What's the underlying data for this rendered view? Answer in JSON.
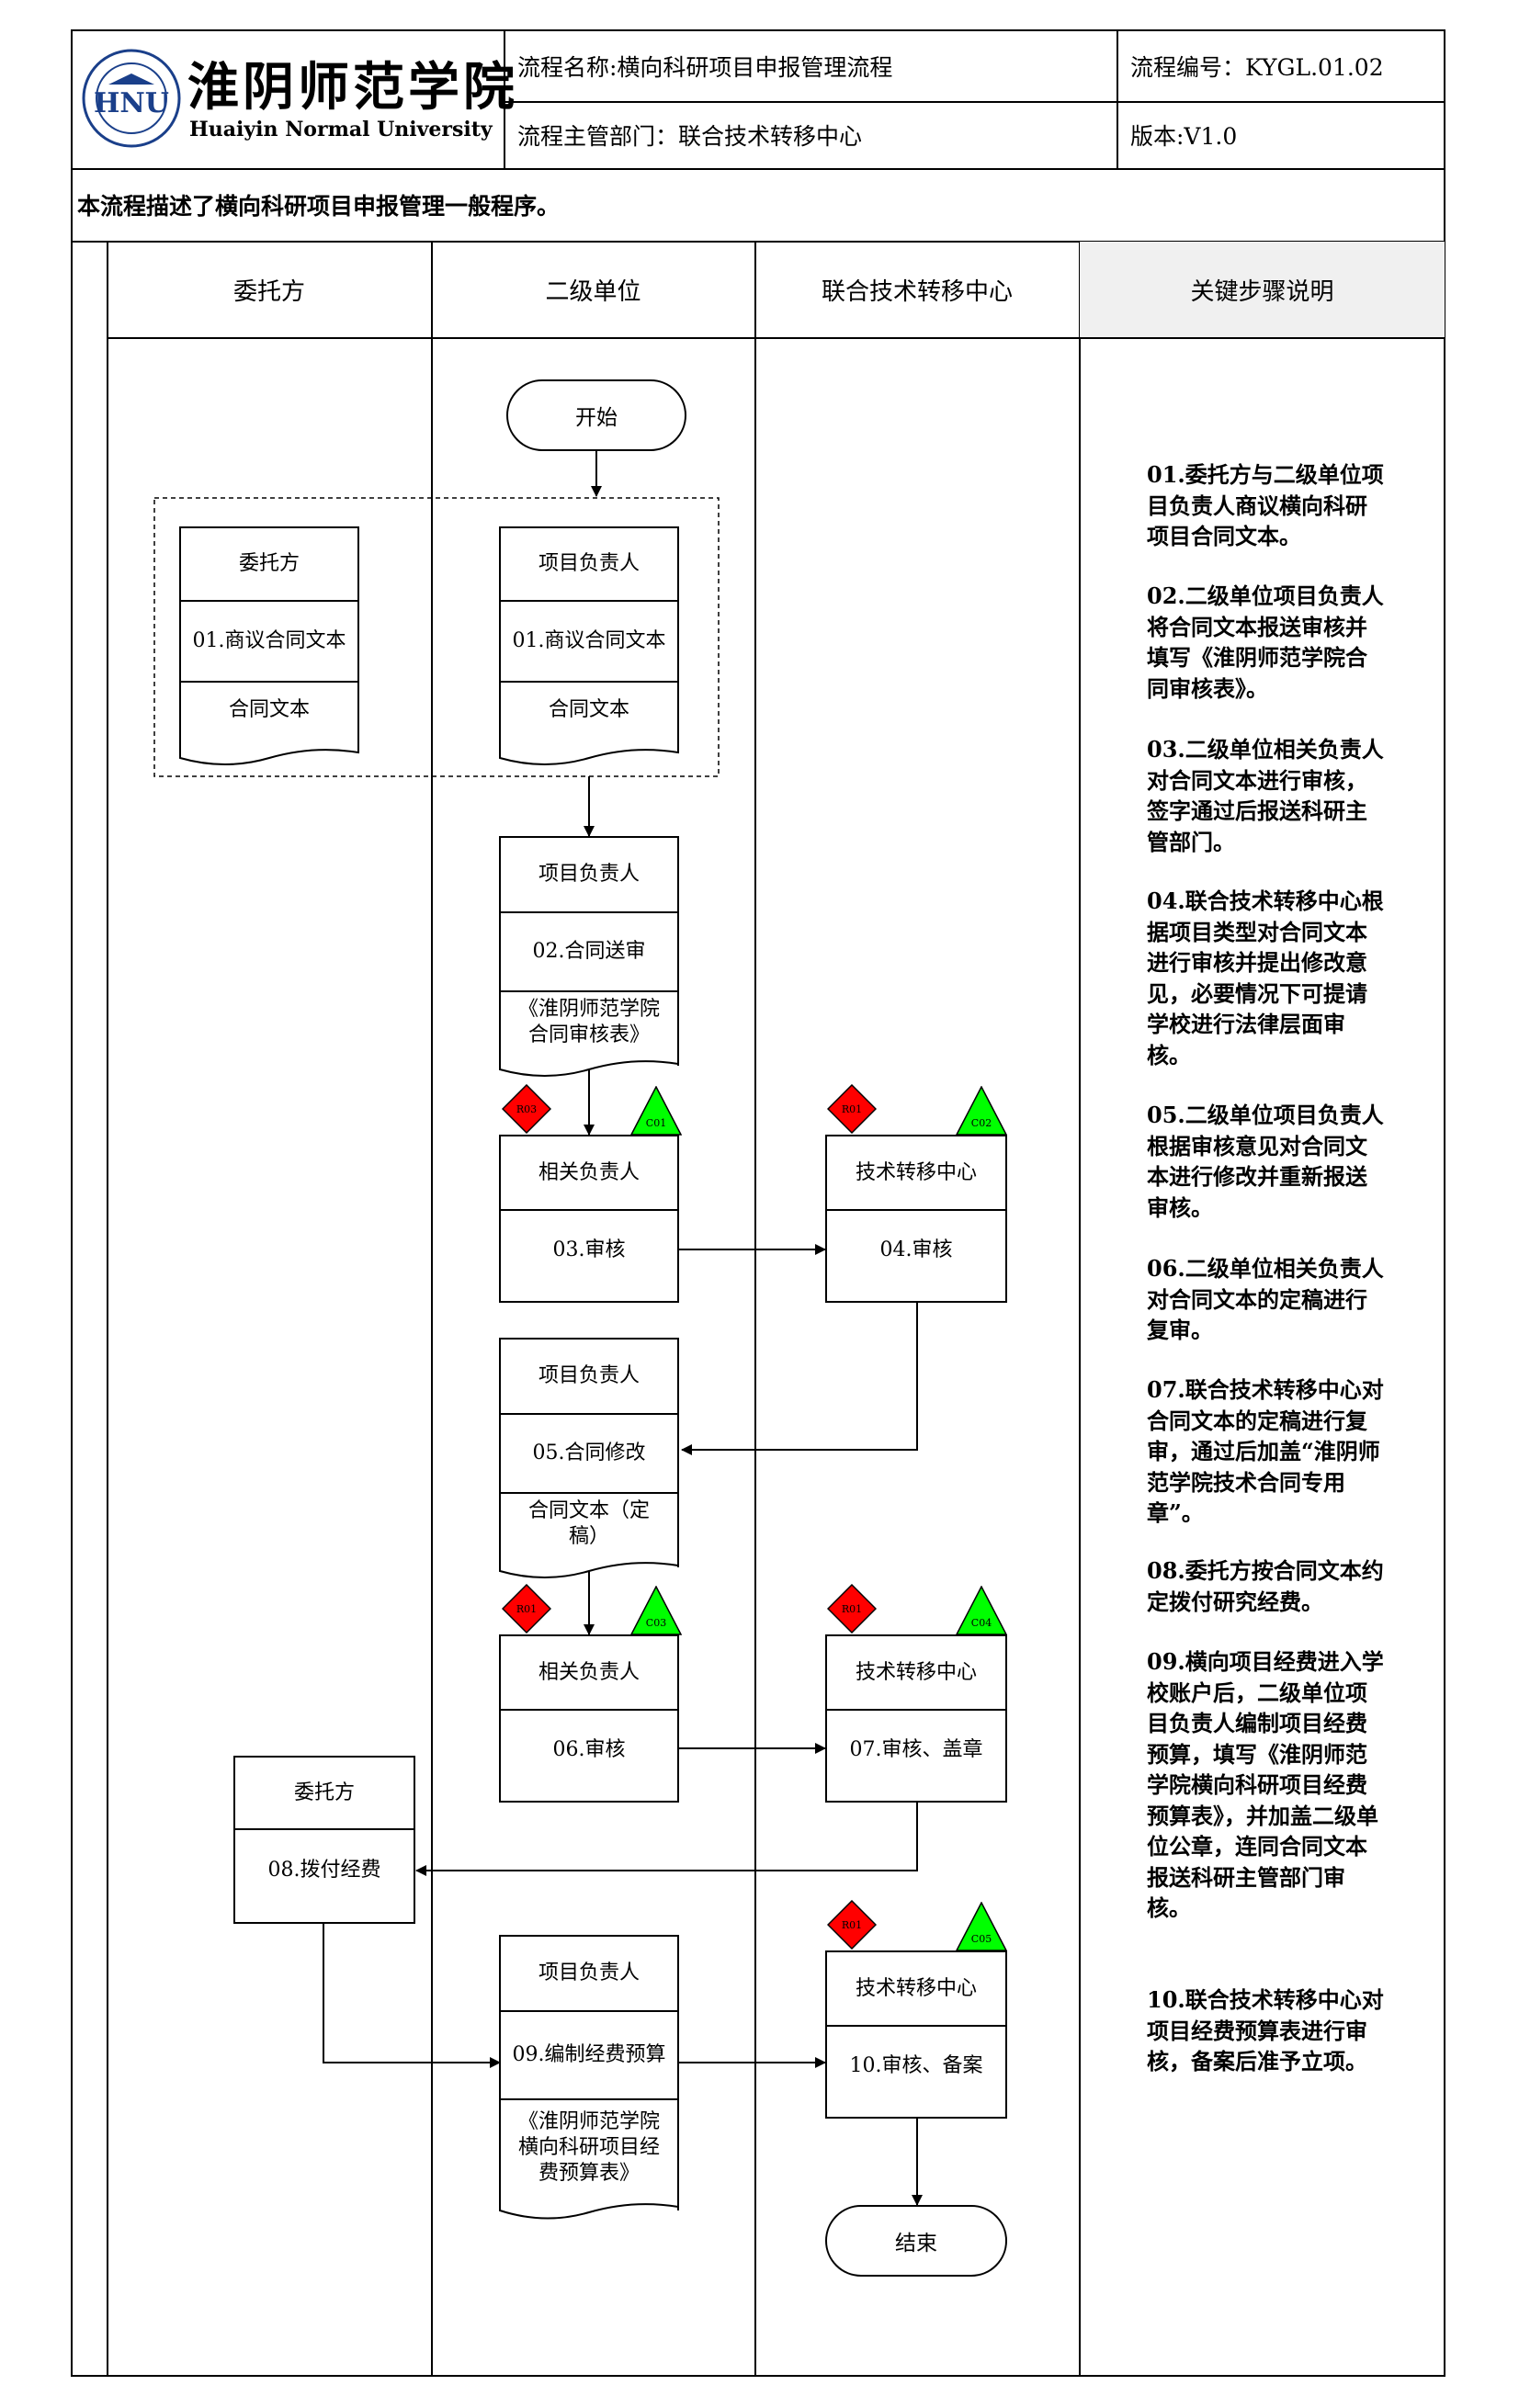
{
  "header": {
    "logo_cn": "淮阴师范学院",
    "logo_en": "Huaiyin Normal University",
    "logo_badge": "HNU",
    "process_name": "流程名称:横向科研项目申报管理流程",
    "process_code": "流程编号：KYGL.01.02",
    "department": "流程主管部门：联合技术转移中心",
    "version": "版本:V1.0"
  },
  "description": "本流程描述了横向科研项目申报管理一般程序。",
  "lanes": [
    "委托方",
    "二级单位",
    "联合技术转移中心",
    "关键步骤说明"
  ],
  "nodes": {
    "start": "开始",
    "end": "结束",
    "n01a": {
      "role": "委托方",
      "task": "01.商议合同文本",
      "doc": "合同文本"
    },
    "n01b": {
      "role": "项目负责人",
      "task": "01.商议合同文本",
      "doc": "合同文本"
    },
    "n02": {
      "role": "项目负责人",
      "task": "02.合同送审",
      "doc": "《淮阴师范学院合同审核表》"
    },
    "n03": {
      "role": "相关负责人",
      "task": "03.审核"
    },
    "n04": {
      "role": "技术转移中心",
      "task": "04.审核"
    },
    "n05": {
      "role": "项目负责人",
      "task": "05.合同修改",
      "doc": "合同文本（定稿）"
    },
    "n06": {
      "role": "相关负责人",
      "task": "06.审核"
    },
    "n07": {
      "role": "技术转移中心",
      "task": "07.审核、盖章"
    },
    "n08": {
      "role": "委托方",
      "task": "08.拨付经费"
    },
    "n09": {
      "role": "项目负责人",
      "task": "09.编制经费预算",
      "doc": "《淮阴师范学院横向科研项目经费预算表》"
    },
    "n10": {
      "role": "技术转移中心",
      "task": "10.审核、备案"
    }
  },
  "markers": {
    "r1": "R03",
    "c1": "C01",
    "r2": "R01",
    "c2": "C02",
    "r3": "R01",
    "c3": "C03",
    "r4": "R01",
    "c4": "C04",
    "r5": "R01",
    "c5": "C05"
  },
  "marker_colors": {
    "risk": "#ff0000",
    "control": "#00ff00"
  },
  "steps": [
    "01.委托方与二级单位项目负责人商议横向科研项目合同文本。",
    "02.二级单位项目负责人将合同文本报送审核并填写《淮阴师范学院合同审核表》。",
    "03.二级单位相关负责人对合同文本进行审核，签字通过后报送科研主管部门。",
    "04.联合技术转移中心根据项目类型对合同文本进行审核并提出修改意见，必要情况下可提请学校进行法律层面审核。",
    "05.二级单位项目负责人根据审核意见对合同文本进行修改并重新报送审核。",
    "06.二级单位相关负责人对合同文本的定稿进行复审。",
    "07.联合技术转移中心对合同文本的定稿进行复审，通过后加盖“淮阴师范学院技术合同专用章”。",
    "08.委托方按合同文本约定拨付研究经费。",
    "09.横向项目经费进入学校账户后，二级单位项目负责人编制项目经费预算，填写《淮阴师范学院横向科研项目经费预算表》，并加盖二级单位公章，连同合同文本报送科研主管部门审核。",
    "10.联合技术转移中心对项目经费预算表进行审核，备案后准予立项。"
  ]
}
